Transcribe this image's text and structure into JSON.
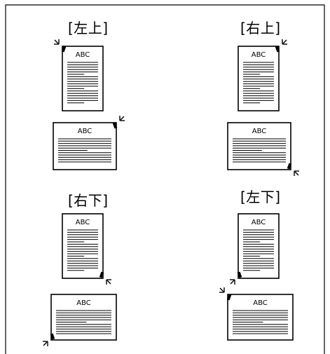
{
  "sections": [
    {
      "heading": "[左上]",
      "doc_label": "ABC"
    },
    {
      "heading": "[右上]",
      "doc_label": "ABC"
    },
    {
      "heading": "[右下]",
      "doc_label": "ABC"
    },
    {
      "heading": "[左下]",
      "doc_label": "ABC"
    }
  ],
  "colors": {
    "line": "#000000",
    "paper": "#ffffff"
  }
}
